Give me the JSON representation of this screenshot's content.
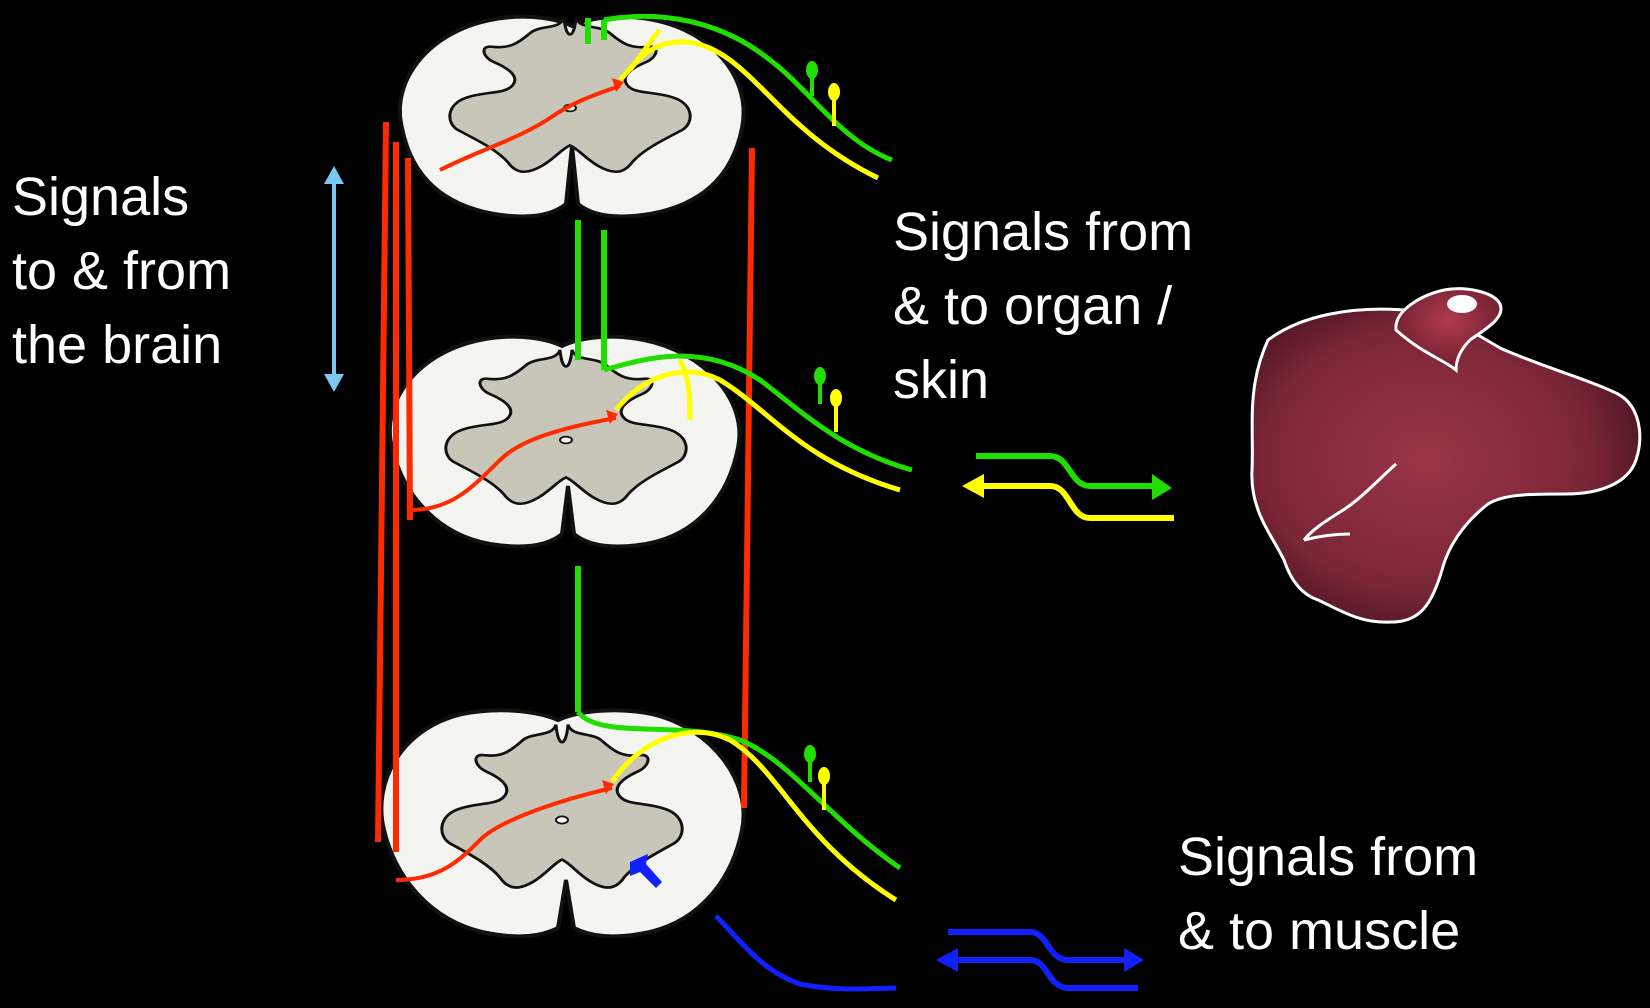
{
  "labels": {
    "brain": [
      "Signals",
      "to & from",
      "the brain"
    ],
    "organ": [
      "Signals from",
      "& to organ /",
      "skin"
    ],
    "muscle": [
      "Signals from",
      "& to muscle"
    ]
  },
  "colors": {
    "background": "#000000",
    "white_matter": "#f4f4f0",
    "grey_matter": "#c8c6b8",
    "ascending_pathway": "#ff2a00",
    "sensory_fiber_green": "#22dd00",
    "sensory_fiber_yellow": "#ffff00",
    "motor_fiber": "#1020ff",
    "brain_arrow": "#7cc8f0",
    "organ": "#8c2b3c"
  }
}
